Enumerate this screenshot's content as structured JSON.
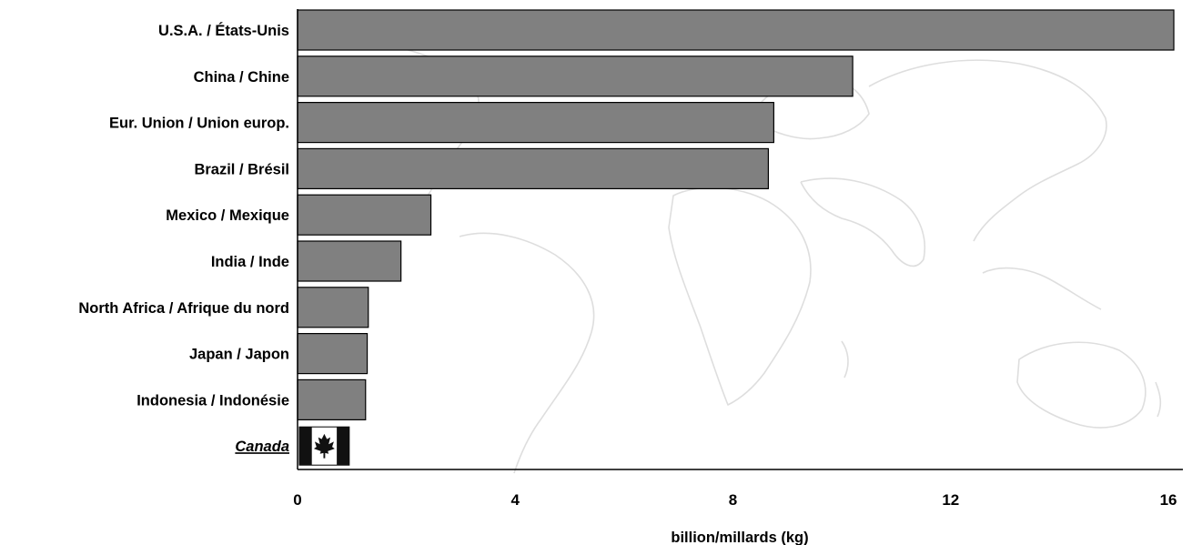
{
  "chart_data": {
    "type": "bar",
    "orientation": "horizontal",
    "categories": [
      "U.S.A. / États-Unis",
      "China / Chine",
      "Eur. Union / Union europ.",
      "Brazil / Brésil",
      "Mexico / Mexique",
      "India / Inde",
      "North Africa  / Afrique du nord",
      "Japan / Japon",
      "Indonesia / Indonésie",
      "Canada"
    ],
    "values": [
      16.1,
      10.2,
      8.75,
      8.65,
      2.45,
      1.9,
      1.3,
      1.28,
      1.25,
      0.95
    ],
    "highlight_category": "Canada",
    "highlight_icon": "canada-flag-icon",
    "xlabel": "billion/millards (kg)",
    "ylabel": "",
    "xlim": [
      0,
      16.2
    ],
    "xticks": [
      0,
      4,
      8,
      12,
      16
    ],
    "grid": false,
    "background": "world-map-outline",
    "colors": {
      "bar": "#808080",
      "bar_stroke": "#000000",
      "map": "#dedede",
      "flag_red": "#111111"
    }
  }
}
